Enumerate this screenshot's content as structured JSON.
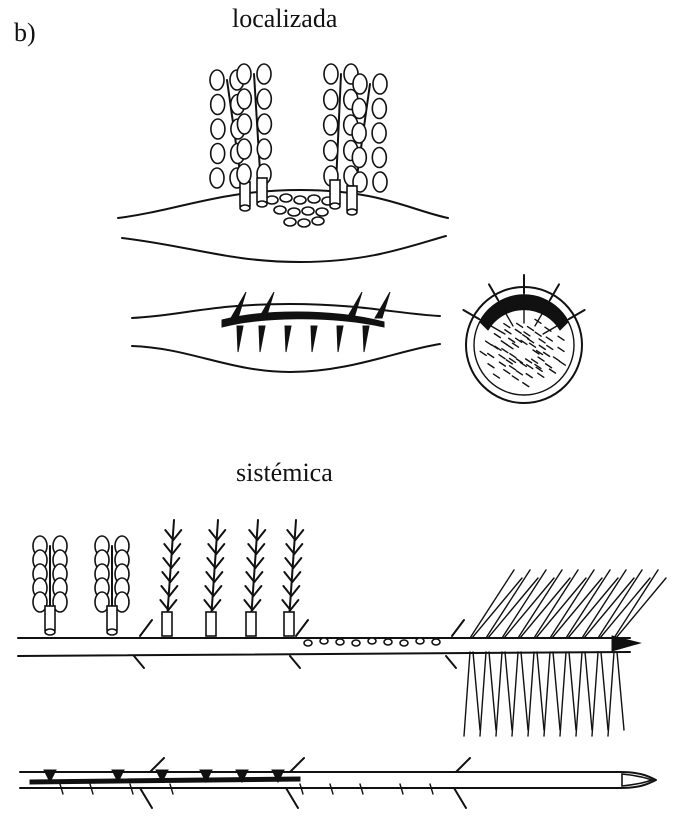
{
  "panel": {
    "label": "b)"
  },
  "sections": {
    "top": {
      "title": "localizada"
    },
    "bottom": {
      "title": "sistémica"
    }
  },
  "style": {
    "ink": "#111111",
    "background": "#ffffff"
  }
}
